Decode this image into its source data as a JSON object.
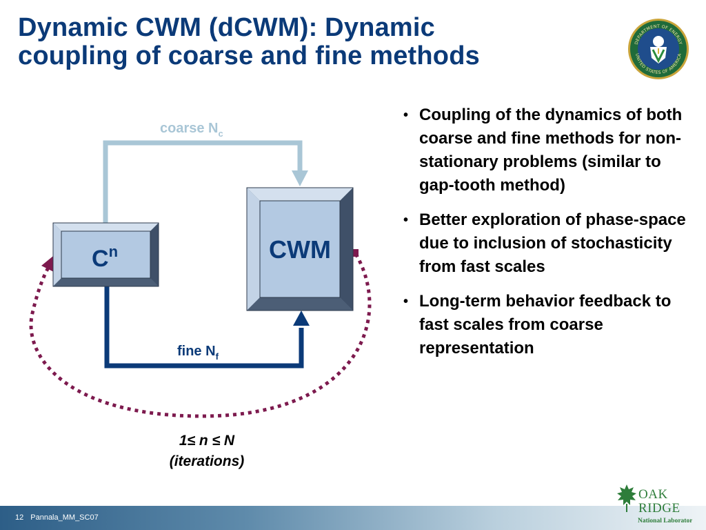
{
  "slide": {
    "title_line1": "Dynamic CWM (dCWM): Dynamic",
    "title_line2": "coupling of coarse and fine methods",
    "page_number": "12",
    "footer_label": "Pannala_MM_SC07"
  },
  "diagram": {
    "coarse_label": "coarse N",
    "coarse_sub": "c",
    "fine_label": "fine N",
    "fine_sub": "f",
    "cn_box_main": "C",
    "cn_box_sup": "n",
    "cwm_box_label": "CWM",
    "iter_line1": "1≤ n ≤ N",
    "iter_line2": "(iterations)"
  },
  "bullets": [
    "Coupling of the dynamics of both coarse and fine methods for non-stationary problems (similar to gap-tooth method)",
    "Better exploration of phase-space due to inclusion of stochasticity from fast scales",
    "Long-term behavior feedback to fast scales from coarse representation"
  ],
  "logos": {
    "seal_text_top": "DEPARTMENT OF ENERGY",
    "seal_text_bottom": "UNITED STATES OF AMERICA",
    "lab_name_1": "OAK",
    "lab_name_2": "RIDGE",
    "lab_name_3": "National Laboratory"
  },
  "colors": {
    "title": "#0b3a78",
    "coarse_arrow": "#a9c6d6",
    "fine_arrow": "#0b3a78",
    "iteration_arrow": "#7d1a4e",
    "box_face": "#b3c9e2",
    "box_bevel": "#5f7289"
  }
}
